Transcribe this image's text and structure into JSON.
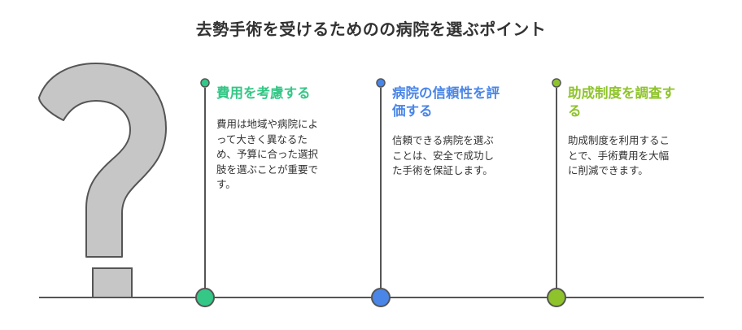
{
  "title": "去勢手術を受けるためのの病院を選ぶポイント",
  "colors": {
    "line": "#555555",
    "question_mark_fill": "#c6c6c6",
    "question_mark_stroke": "#555555",
    "point1": "#34c786",
    "point2": "#4a86e8",
    "point3": "#8fc32c"
  },
  "icons": {
    "question_mark": "question-mark-icon"
  },
  "points": [
    {
      "heading": "費用を考慮する",
      "body_lines": [
        "費用は地域や病院によ",
        "って大きく異なるた",
        "め、予算に合った選択",
        "肢を選ぶことが重要で",
        "す。"
      ]
    },
    {
      "heading_lines": [
        "病院の信頼性を評",
        "価する"
      ],
      "body_lines": [
        "信頼できる病院を選ぶ",
        "ことは、安全で成功し",
        "た手術を保証します。"
      ]
    },
    {
      "heading_lines": [
        "助成制度を調査す",
        "る"
      ],
      "body_lines": [
        "助成制度を利用するこ",
        "とで、手術費用を大幅",
        "に削減できます。"
      ]
    }
  ]
}
